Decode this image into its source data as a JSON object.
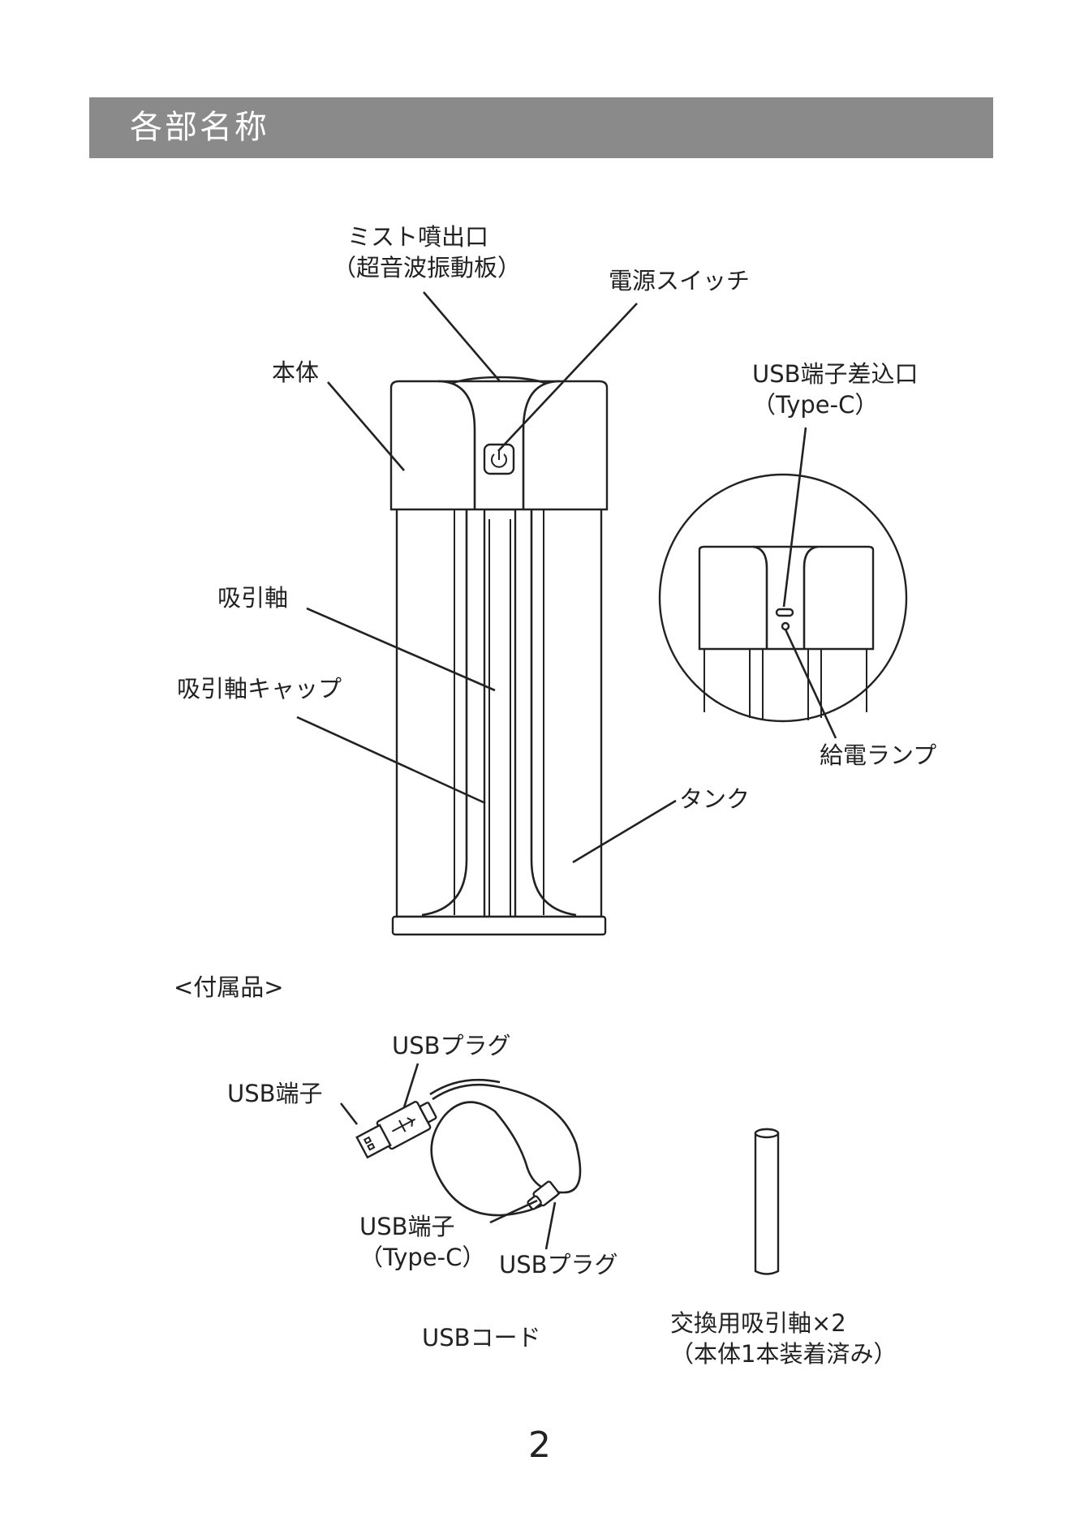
{
  "section_title": "各部名称",
  "labels": {
    "mist_outlet_line1": "ミスト噴出口",
    "mist_outlet_line2": "（超音波振動板）",
    "power_switch": "電源スイッチ",
    "body": "本体",
    "usb_port_line1": "USB端子差込口",
    "usb_port_line2": "（Type-C）",
    "wick": "吸引軸",
    "wick_cap": "吸引軸キャップ",
    "power_lamp": "給電ランプ",
    "tank": "タンク"
  },
  "accessories": {
    "heading": "<付属品>",
    "usb_plug_top": "USBプラグ",
    "usb_terminal": "USB端子",
    "usb_terminal_typec_line1": "USB端子",
    "usb_terminal_typec_line2": "（Type-C）",
    "usb_plug_bottom": "USBプラグ",
    "usb_cord": "USBコード",
    "spare_wick_line1": "交換用吸引軸×2",
    "spare_wick_line2": "（本体1本装着済み）"
  },
  "page_number": "2",
  "colors": {
    "header_bar": "#8a8a8a",
    "header_text": "#ffffff",
    "ink": "#222222"
  },
  "icons": {
    "power_button": "power-icon"
  }
}
